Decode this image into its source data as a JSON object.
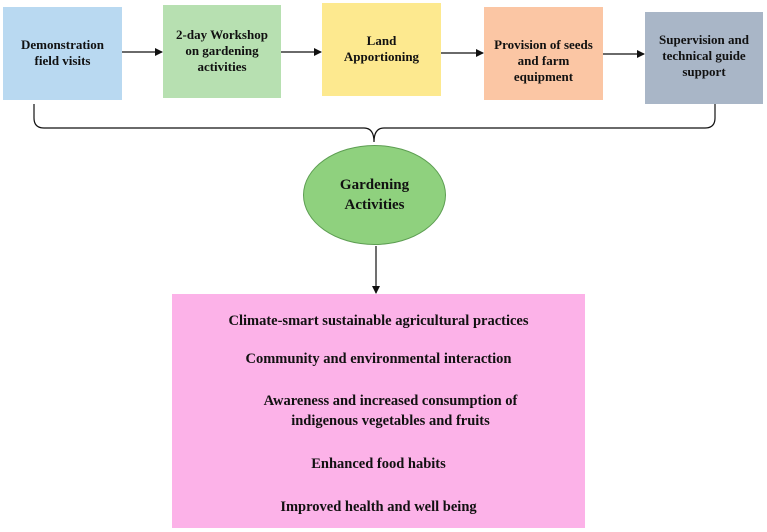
{
  "top_boxes": [
    {
      "lines": [
        "Demonstration",
        "field visits"
      ],
      "color": "#b9d9f1"
    },
    {
      "lines": [
        "2-day Workshop",
        "on gardening",
        "activities"
      ],
      "color": "#b7e0b1"
    },
    {
      "lines": [
        "Land",
        "Apportioning"
      ],
      "color": "#fde98f"
    },
    {
      "lines": [
        "Provision of seeds",
        "and farm",
        "equipment"
      ],
      "color": "#fbc6a4"
    },
    {
      "lines": [
        "Supervision and",
        "technical guide",
        "support"
      ],
      "color": "#a9b6c7"
    }
  ],
  "center": {
    "lines": [
      "Gardening",
      "Activities"
    ],
    "color": "#8fd17e"
  },
  "outcomes": {
    "color": "#fcb2e8",
    "steps": [
      {
        "lines": [
          "Climate-smart sustainable agricultural practices"
        ]
      },
      {
        "lines": [
          "Community and environmental interaction"
        ]
      },
      {
        "lines": [
          "Awareness and increased consumption of",
          "indigenous vegetables and fruits"
        ]
      },
      {
        "lines": [
          "Enhanced food habits"
        ]
      },
      {
        "lines": [
          "Improved health and well being"
        ]
      }
    ]
  }
}
